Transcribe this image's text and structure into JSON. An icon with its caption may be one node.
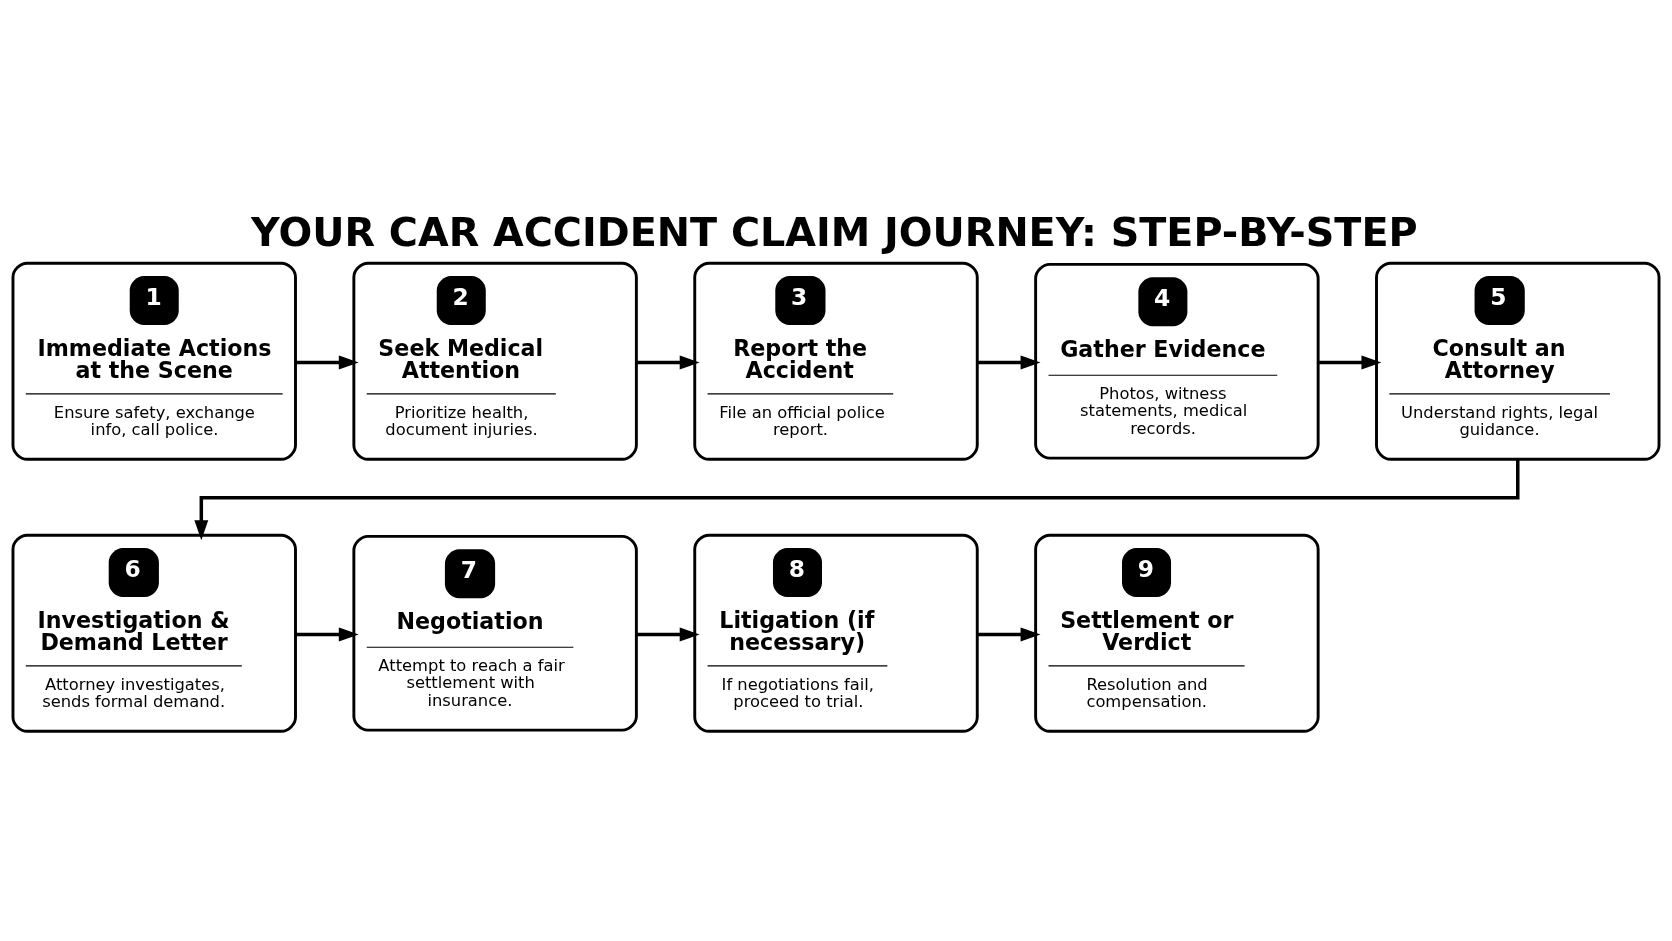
{
  "diagram": {
    "title": "YOUR CAR ACCIDENT CLAIM JOURNEY: STEP-BY-STEP",
    "nodes": [
      {
        "text": [
          "1",
          "Immediate Actions at the Scene",
          "Ensure safety, exchange info, call police."
        ]
      },
      {
        "text": [
          "2",
          "Seek Medical Attention",
          "Prioritize health, document injuries."
        ]
      },
      {
        "text": [
          "3",
          "Report the Accident",
          "File an official police report."
        ]
      },
      {
        "text": [
          "4",
          "Gather Evidence",
          "Photos, witness statements, medical records."
        ]
      },
      {
        "text": [
          "5",
          "Consult an Attorney",
          "Understand rights, legal guidance."
        ]
      },
      {
        "text": [
          "6",
          "Investigation & Demand Letter",
          "Attorney investigates, sends formal demand."
        ]
      },
      {
        "text": [
          "7",
          "Negotiation",
          "Attempt to reach a fair settlement with insurance."
        ]
      },
      {
        "text": [
          "8",
          "Litigation (if necessary)",
          "If negotiations fail, proceed to trial."
        ]
      },
      {
        "text": [
          "9",
          "Settlement or Verdict",
          "Resolution and compensation."
        ]
      }
    ],
    "edges": [
      {
        "from": 0,
        "to": 1,
        "arrow": "to"
      },
      {
        "from": 1,
        "to": 2,
        "arrow": "to"
      },
      {
        "from": 2,
        "to": 3,
        "arrow": "to"
      },
      {
        "from": 3,
        "to": 4,
        "arrow": "to"
      },
      {
        "from": 4,
        "to": 5,
        "arrow": "to"
      },
      {
        "from": 5,
        "to": 6,
        "arrow": "to"
      },
      {
        "from": 6,
        "to": 7,
        "arrow": "to"
      },
      {
        "from": 7,
        "to": 8,
        "arrow": "to"
      }
    ]
  }
}
